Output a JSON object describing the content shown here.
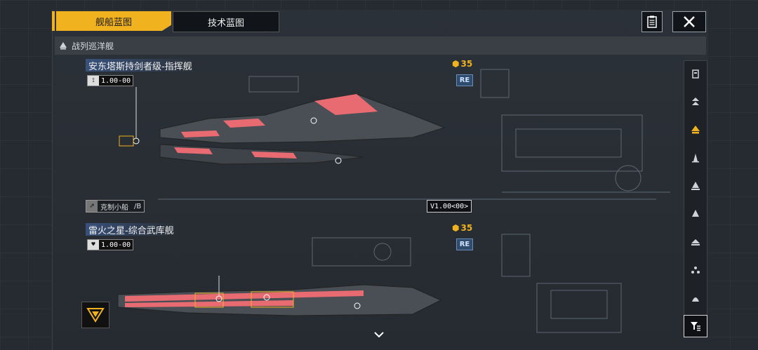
{
  "tabs": [
    {
      "label": "舰船蓝图",
      "active": true
    },
    {
      "label": "技术蓝图",
      "active": false
    }
  ],
  "header_buttons": {
    "list": "clipboard-icon",
    "close": "close-icon"
  },
  "category": {
    "label": "战列巡洋舰",
    "icon": "battlecruiser-icon"
  },
  "ships": [
    {
      "name": "安东塔斯持剑者级-指挥舰",
      "hp_icon": "ship-class-icon",
      "hp_value": "1.00-00",
      "cost": "35",
      "re_badge": "RE",
      "tag_icon": "counter-small-ship-icon",
      "tag_text": "克制小船",
      "tag_suffix": "/B",
      "version": "V1.00<00>",
      "accent": "#e96b72"
    },
    {
      "name": "雷火之星-综合武库舰",
      "hp_icon": "armory-class-icon",
      "hp_value": "1.00-00",
      "cost": "35",
      "re_badge": "RE",
      "accent": "#e96b72"
    }
  ],
  "colors": {
    "accent": "#f0b21f",
    "ship_pink": "#e96b72",
    "badge_blue": "#2f4c6e"
  },
  "filters": [
    "all-ships-icon",
    "frigate-icon",
    "battlecruiser-icon",
    "destroyer-icon",
    "cruiser-icon",
    "carrier-icon",
    "auxiliary-icon",
    "corvette-icon",
    "station-icon"
  ],
  "filter_active_index": 2
}
